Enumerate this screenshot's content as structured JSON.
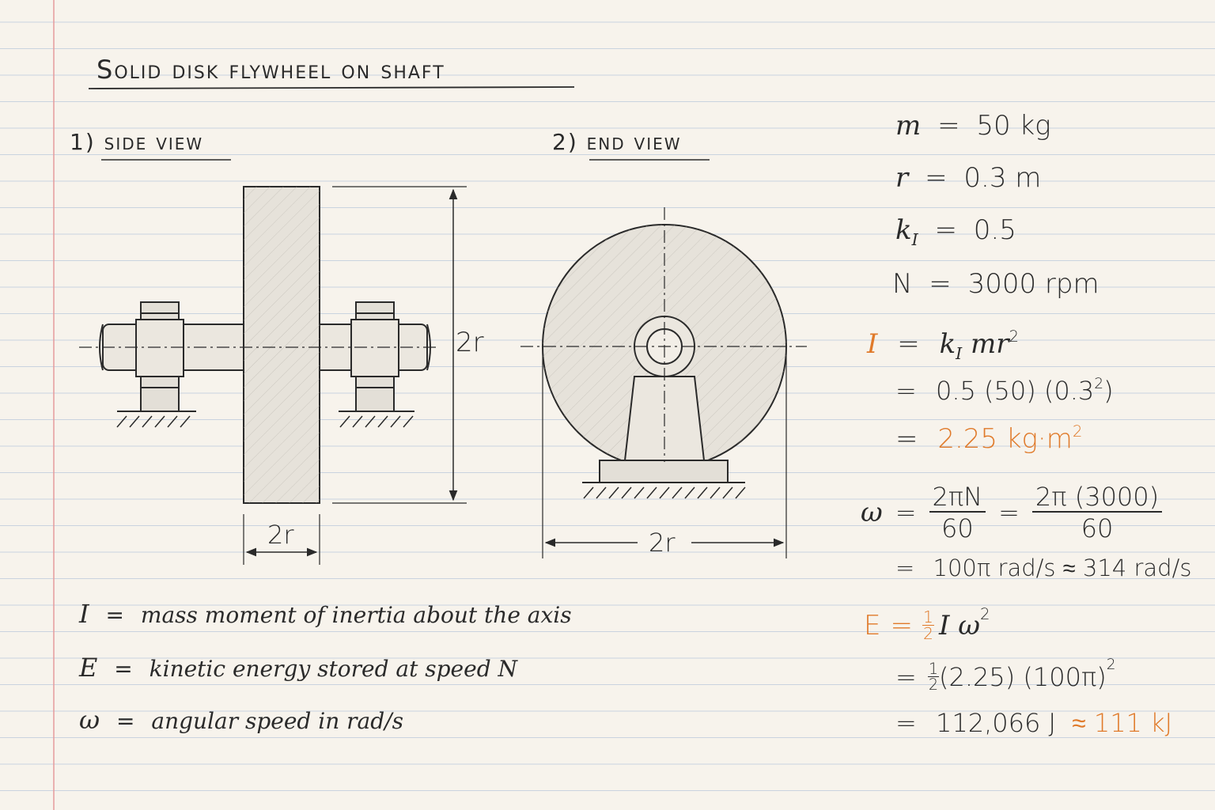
{
  "title": "Solid disk flywheel on shaft",
  "views": {
    "side": {
      "num": "1)",
      "label": "side view",
      "height_dim": "2r",
      "width_dim": "2r"
    },
    "end": {
      "num": "2)",
      "label": "end view",
      "width_dim": "2r"
    }
  },
  "definitions": [
    {
      "sym": "I",
      "eq": "=",
      "text": "mass moment of inertia about the axis"
    },
    {
      "sym": "E",
      "eq": "=",
      "text": "kinetic energy stored at speed N"
    },
    {
      "sym": "ω",
      "eq": "=",
      "text": "angular speed in rad/s"
    }
  ],
  "givens": {
    "m": {
      "sym": "m",
      "eq": "=",
      "val": "50 kg"
    },
    "r": {
      "sym": "r",
      "eq": "=",
      "val": "0.3 m"
    },
    "k": {
      "sym": "k",
      "sub": "I",
      "eq": "=",
      "val": "0.5"
    },
    "n": {
      "sym": "N",
      "eq": "=",
      "val": "3000 rpm"
    }
  },
  "inertia": {
    "sym": "I",
    "eq": "=",
    "formula_k": "k",
    "formula_sub": "I",
    "formula_rest": "mr",
    "formula_sup": "2",
    "step2_a": "0.5 (50) (0.3",
    "step2_sup": "2",
    "step2_b": ")",
    "result": "2.25 kg·m",
    "result_sup": "2"
  },
  "omega": {
    "sym": "ω",
    "eq": "=",
    "f1_num": "2πN",
    "f1_den": "60",
    "eq2": "=",
    "f2_num": "2π (3000)",
    "f2_den": "60",
    "result": "100π rad/s ≈ 314 rad/s"
  },
  "energy": {
    "sym": "E",
    "eq": "=",
    "half_n": "1",
    "half_d": "2",
    "formula": "I ω",
    "formula_sup": "2",
    "step2": "(2.25) (100π)",
    "step2_sup": "2",
    "step3": "112,066 J",
    "approx": "≈ 111 kJ"
  },
  "colors": {
    "paper": "#f7f3ec",
    "rule_line": "#c9d3df",
    "margin_line": "#e59b9b",
    "ink": "#2a2a2a",
    "accent": "#e07a2a"
  }
}
